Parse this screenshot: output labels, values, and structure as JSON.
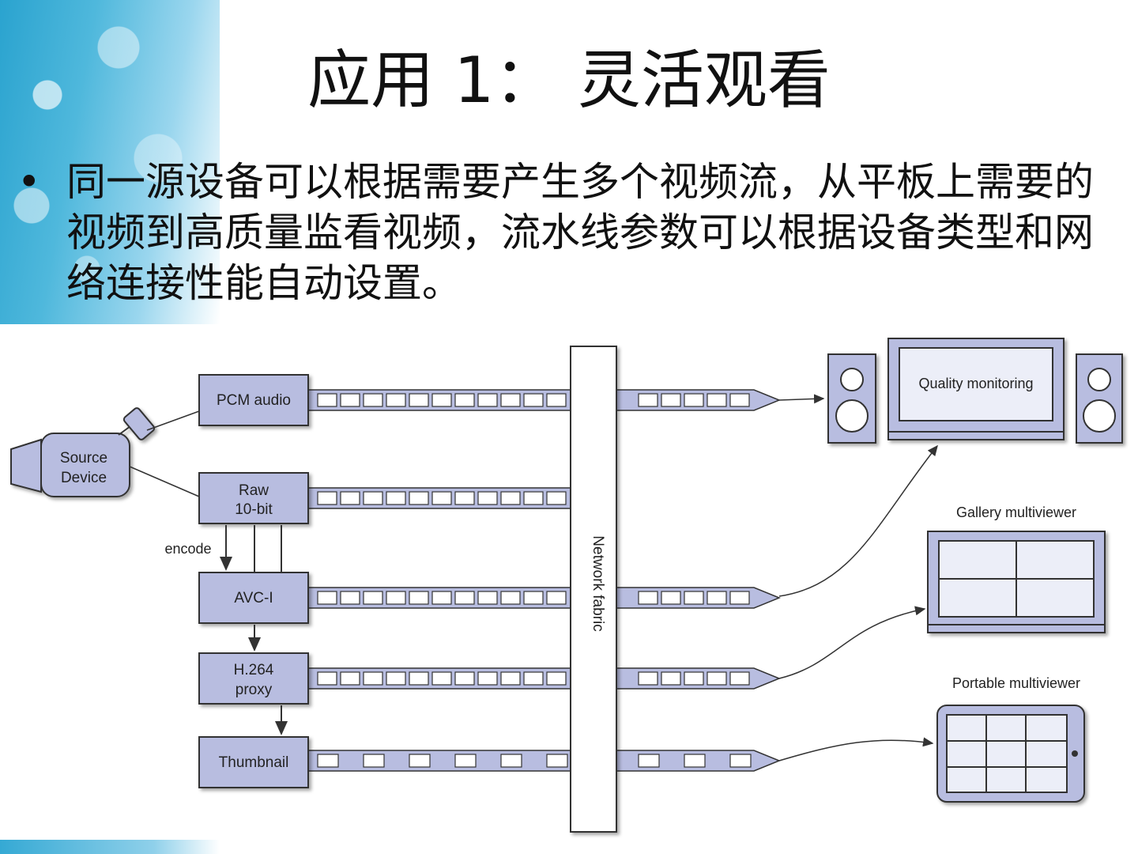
{
  "slide": {
    "title": "应用 1： 灵活观看",
    "bullet": "同一源设备可以根据需要产生多个视频流，从平板上需要的视频到高质量监看视频，流水线参数可以根据设备类型和网络连接性能自动设置。"
  },
  "diagram": {
    "source_device": [
      "Source",
      "Device"
    ],
    "pcm_audio": "PCM audio",
    "raw": [
      "Raw",
      "10-bit"
    ],
    "encode": "encode",
    "avc_i": "AVC-I",
    "h264": [
      "H.264",
      "proxy"
    ],
    "thumbnail": "Thumbnail",
    "network_fabric": "Network fabric",
    "quality_monitoring": "Quality monitoring",
    "gallery_multiviewer": "Gallery multiviewer",
    "portable_multiviewer": "Portable multiviewer"
  }
}
